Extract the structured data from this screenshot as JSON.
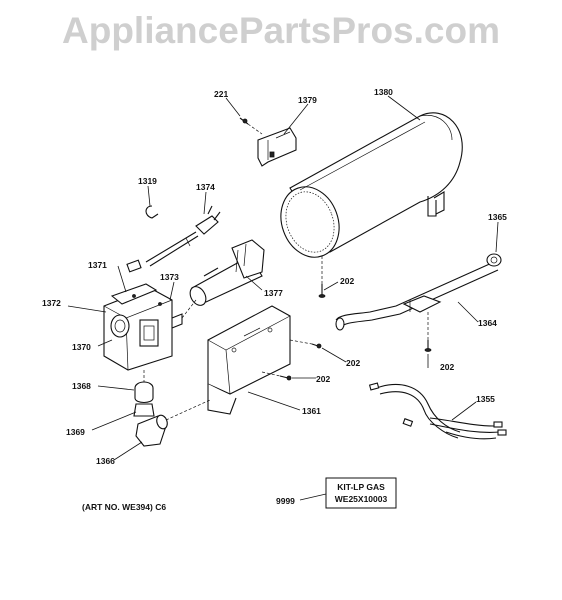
{
  "watermark": "AppliancePartsPros.com",
  "art_number": "(ART NO. WE394) C6",
  "kit_box": {
    "line1": "KIT-LP GAS",
    "line2": "WE25X10003"
  },
  "labels": {
    "p221": "221",
    "p1379": "1379",
    "p1380": "1380",
    "p1319": "1319",
    "p1374": "1374",
    "p1365": "1365",
    "p1371": "1371",
    "p1373": "1373",
    "p202a": "202",
    "p1372": "1372",
    "p1377": "1377",
    "p1364": "1364",
    "p1370": "1370",
    "p202b": "202",
    "p202c": "202",
    "p202d": "202",
    "p1368": "1368",
    "p1361": "1361",
    "p1355": "1355",
    "p1369": "1369",
    "p1366": "1366",
    "p9999": "9999"
  }
}
